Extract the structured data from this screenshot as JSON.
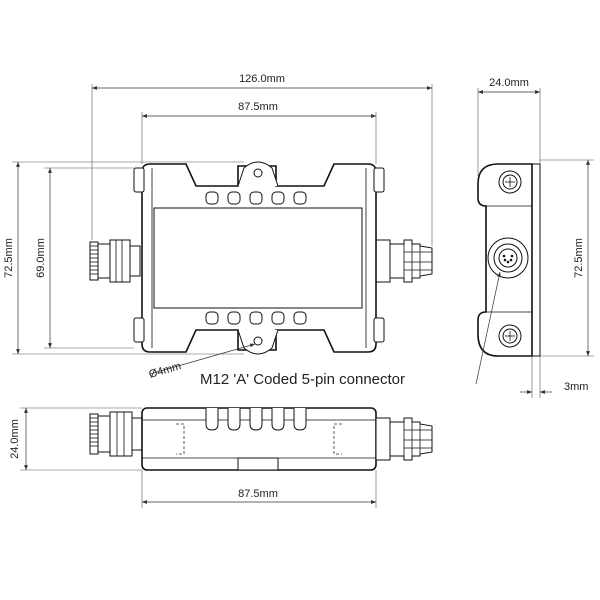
{
  "dimensions": {
    "overall_length": "126.0mm",
    "body_length_top": "87.5mm",
    "overall_height": "72.5mm",
    "inner_height": "69.0mm",
    "hole_diameter": "Ø4mm",
    "side_width": "24.0mm",
    "side_height": "72.5mm",
    "flange_thickness": "3mm",
    "bottom_height": "24.0mm",
    "body_length_bottom": "87.5mm"
  },
  "notes": {
    "connector": "M12 'A' Coded 5-pin connector"
  },
  "colors": {
    "line": "#111111",
    "dimension": "#333333",
    "background": "#ffffff"
  }
}
